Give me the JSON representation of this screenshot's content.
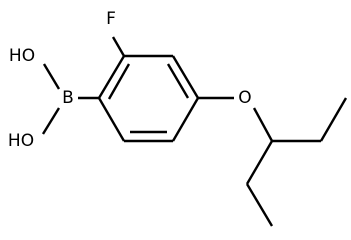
{
  "molecule": {
    "atoms": {
      "boron": "B",
      "fluorine": "F",
      "ether_oxygen": "O",
      "hydroxyl_top": "HO",
      "hydroxyl_bottom": "HO"
    }
  }
}
